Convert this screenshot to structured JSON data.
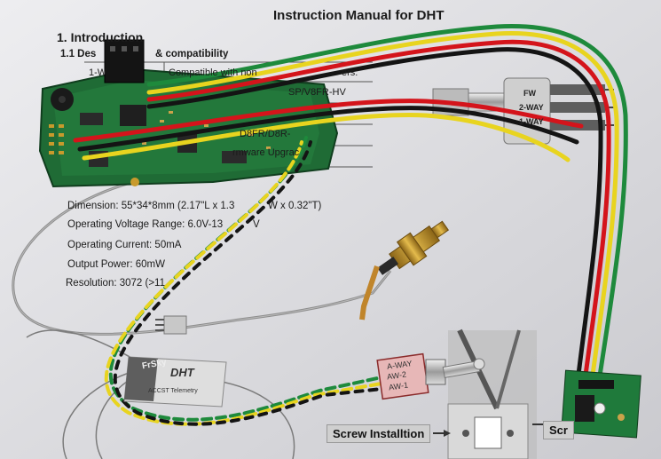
{
  "document": {
    "title": "Instruction Manual for DHT",
    "section_heading": "1.   Introduction",
    "subsection_heading": "1.1 Des",
    "subsection_heading_tail": "& compatibility",
    "fragments": [
      "1-W",
      "Compatible with non",
      "ers:",
      "SP/V8FR-HV",
      "D8FR/D8R-",
      "rmware Upgrac"
    ],
    "specs": [
      "Dimension: 55*34*8mm (2.17\"L x 1.3",
      "W x 0.32\"T)",
      "Operating Voltage Range: 6.0V-13",
      "V",
      "Operating Current: 50mA",
      "Output Power: 60mW",
      "Resolution: 3072 (>11"
    ]
  },
  "captions": {
    "screw_installation": "Screw Installtion",
    "screw_right": "Scr"
  },
  "switch_labels": {
    "rotary": [
      "FW",
      "2-WAY",
      "1-WAY"
    ],
    "toggle": [
      "A-WAY",
      "AW-2",
      "AW-1"
    ]
  },
  "module": {
    "brand": "DHT",
    "brand_prefix": "FrSky",
    "sub": "ACCST Telemetry"
  },
  "colors": {
    "paper": "#e4e4e8",
    "pcb_green": "#1f6b35",
    "wire_red": "#d4141b",
    "wire_yellow": "#e8d41f",
    "wire_green": "#1e8a3c",
    "wire_black": "#141414",
    "gold": "#c89a2c",
    "coax_grey": "#8e8e8e"
  }
}
